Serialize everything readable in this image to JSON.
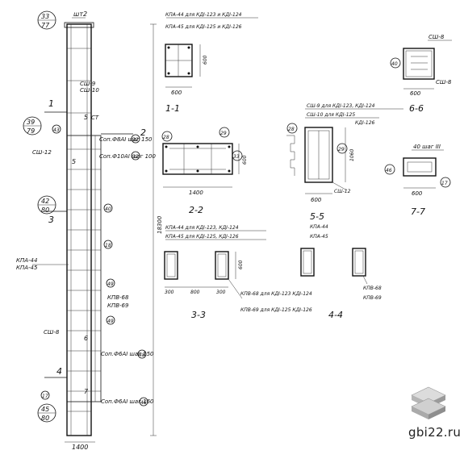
{
  "drawing": {
    "top_mark": "шт2",
    "column_marks": [
      {
        "top": "33",
        "bottom": "77"
      },
      {
        "top": "39",
        "bottom": "79"
      },
      {
        "top": "42",
        "bottom": "80"
      },
      {
        "top": "45",
        "bottom": "80"
      }
    ],
    "side_labels": [
      "СШ-9",
      "СШ-10",
      "5",
      "СТ",
      "СШ-12",
      "5",
      "1",
      "2",
      "3",
      "4",
      "КПА-44",
      "КПА-45",
      "СШ-8",
      "6",
      "7"
    ],
    "callouts": [
      {
        "text": "Соп.Ф8АI шаг 150",
        "num": "32"
      },
      {
        "text": "Соп.Ф10АI шаг 100",
        "num": "32"
      },
      {
        "text": "КПВ-68",
        "num": ""
      },
      {
        "text": "КПВ-69",
        "num": ""
      },
      {
        "text": "Соп.Ф6АI шаг 150",
        "num": "48"
      },
      {
        "text": "Соп.Ф6АI шаг 160",
        "num": "46"
      }
    ],
    "bubbles": [
      "43",
      "40",
      "18",
      "49",
      "49",
      "17"
    ],
    "height_dim": "18300",
    "base_dim": "1400"
  },
  "sections": {
    "s1": {
      "title": "1-1",
      "note1": "КПА-44 для КДI-123 и КДI-124",
      "note2": "КПА-45 для КДI-125 и КДI-126",
      "dim_w": "600",
      "dim_h": "600"
    },
    "s2": {
      "title": "2-2",
      "dim_w": "1400",
      "dim_h": "600",
      "b1": "28",
      "b2": "29",
      "b3": "33"
    },
    "s3": {
      "title": "3-3",
      "note1": "КПА-44 для КДI-123, КДI-124",
      "note2": "КПА-45 для КДI-125, КДI-126",
      "d1": "300",
      "d2": "800",
      "d3": "300",
      "dim_h": "600",
      "note3": "КПВ-68 для КДI-123 КДI-124",
      "note4": "КПВ-69 для КДI-125 КДI-126"
    },
    "s4": {
      "title": "4-4",
      "n1": "КПВ-68",
      "n2": "КПВ-69"
    },
    "s5": {
      "title": "5-5",
      "note1": "СШ-9 для КДI-123, КДI-124",
      "note2": "СШ-10 для КДI-125",
      "note3": "КДI-126",
      "dim_w": "600",
      "dim_h": "1060",
      "b1": "28",
      "b2": "29",
      "n_a": "СШ-12",
      "n_b": "КПА-44",
      "n_c": "КПА-45"
    },
    "s6": {
      "title": "6-6",
      "top": "СШ-8",
      "b1": "40",
      "side": "СШ-8",
      "dim_w": "600"
    },
    "s7": {
      "title": "7-7",
      "top": "40 шаг III",
      "b1": "46",
      "b2": "17",
      "dim_w": "600"
    }
  },
  "watermark": {
    "site": "gbi22.ru",
    "logo_icon": "stacked-slabs-icon"
  }
}
